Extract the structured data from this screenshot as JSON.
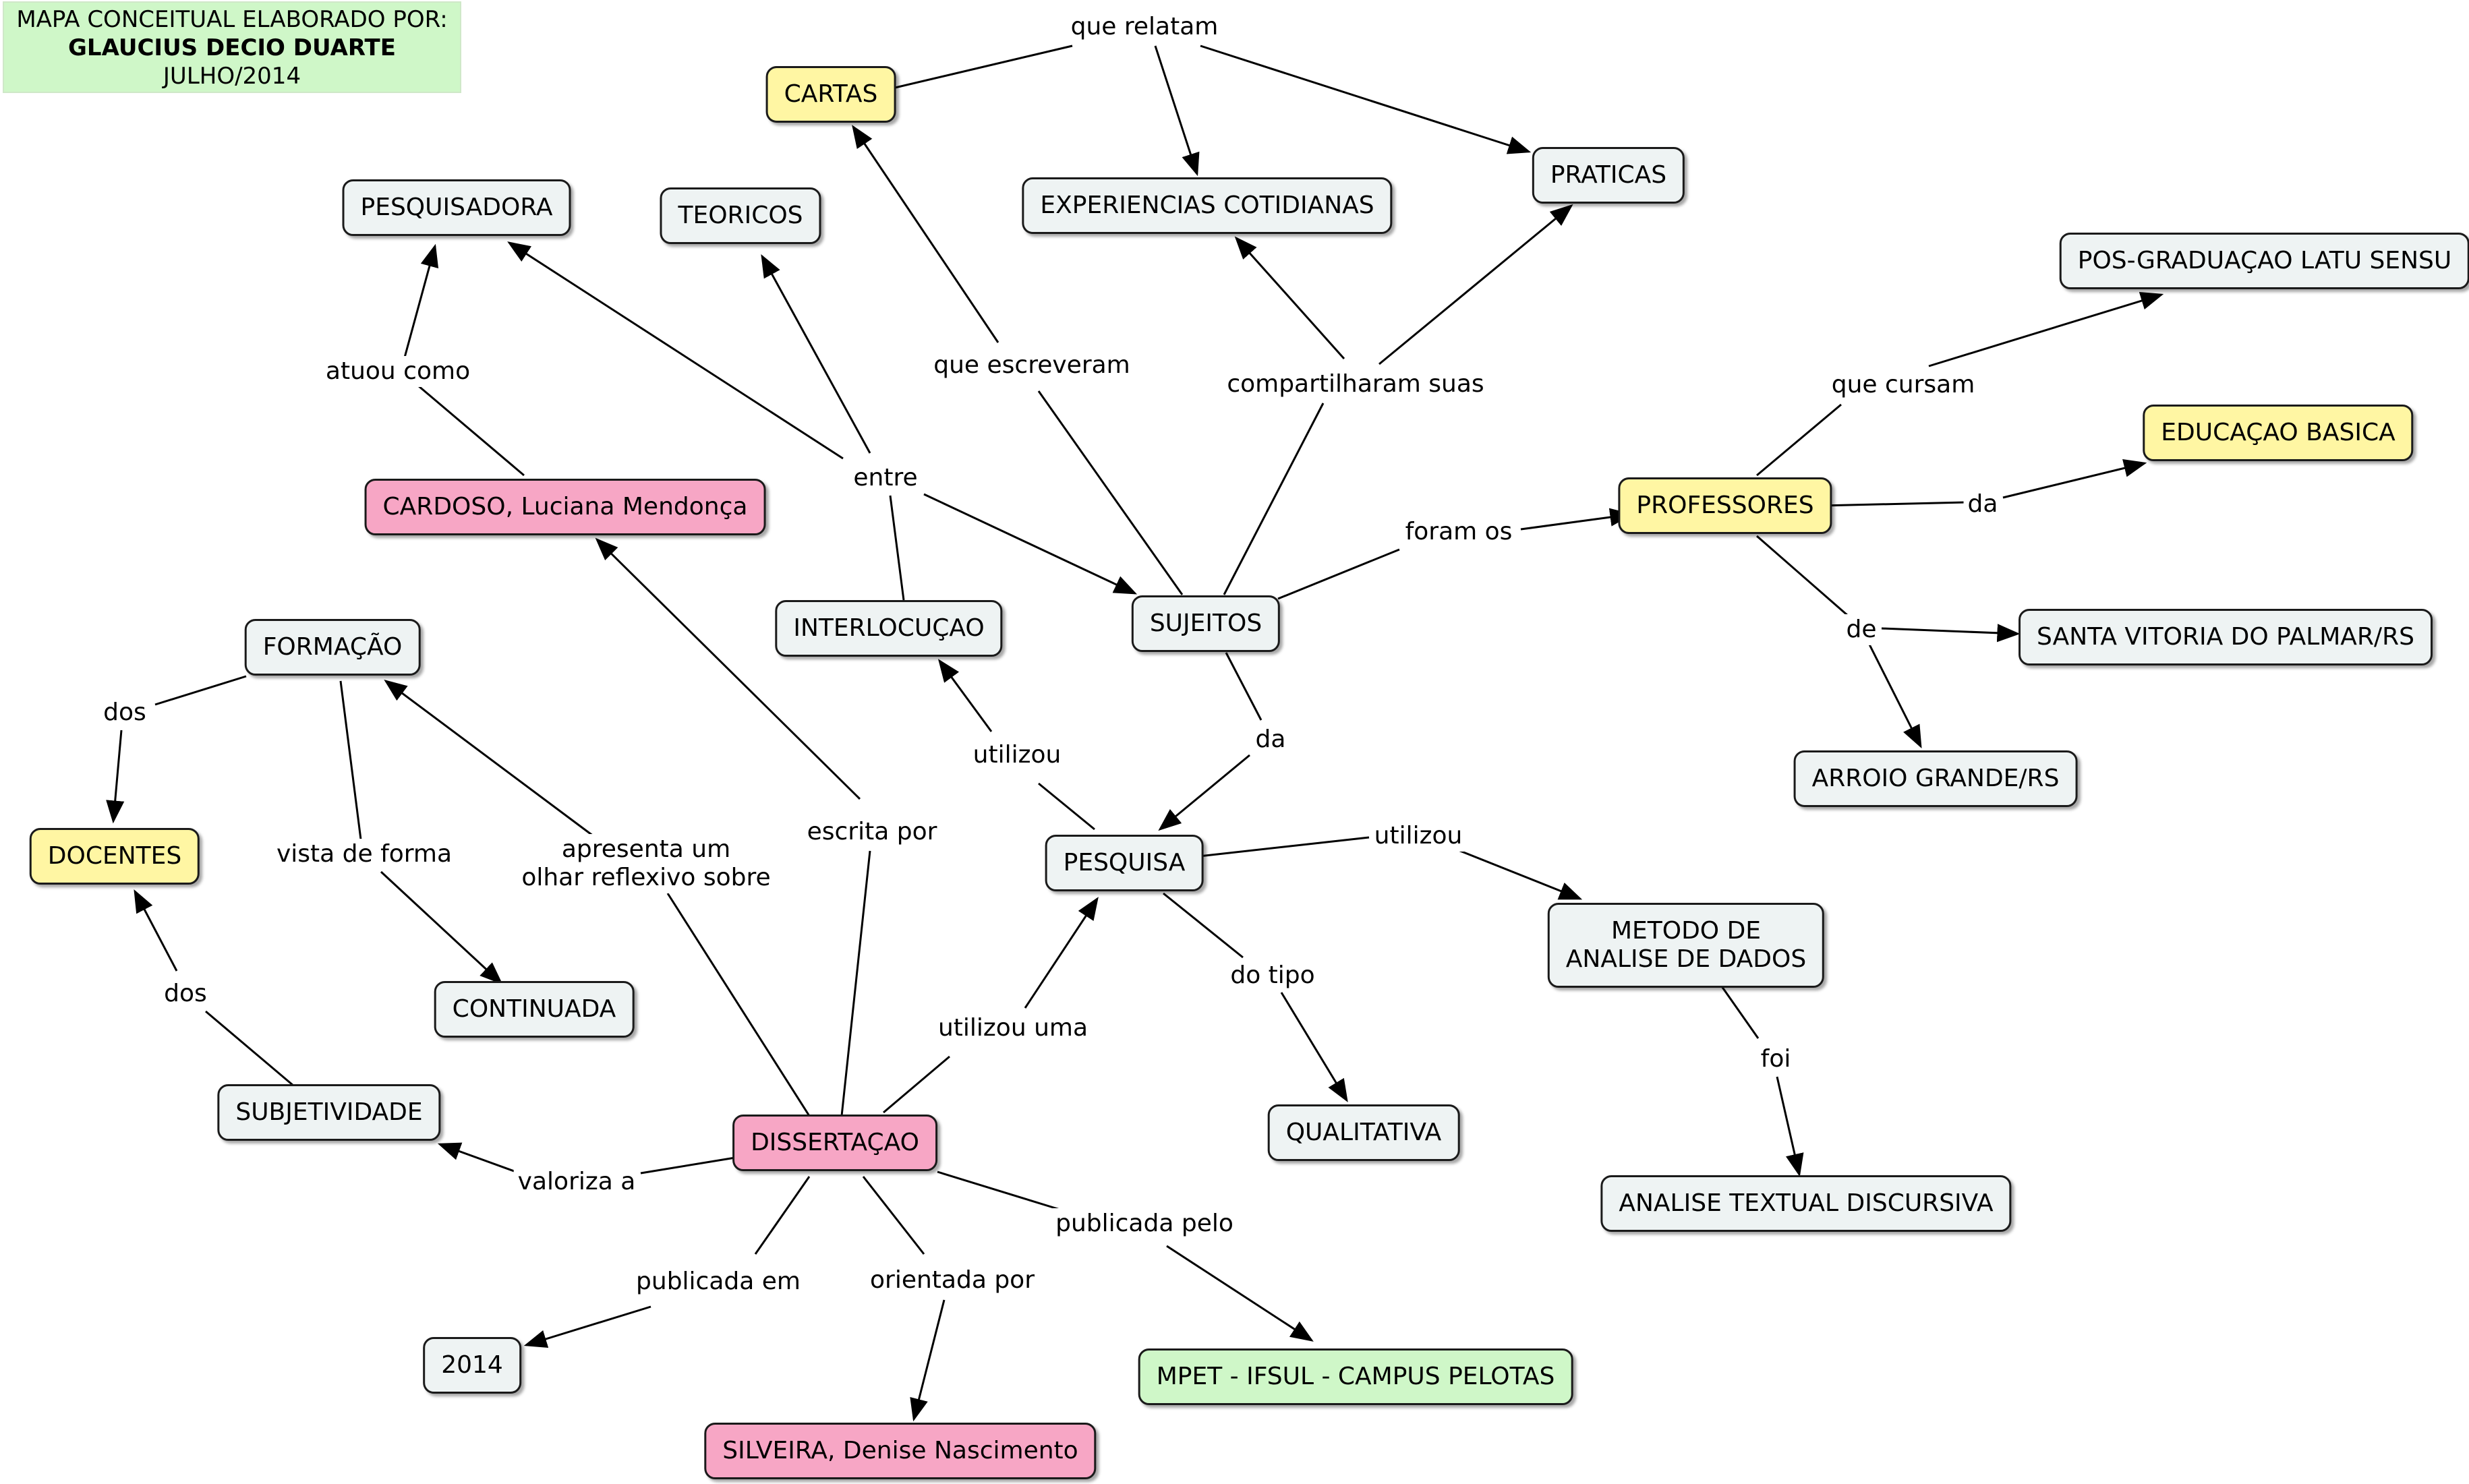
{
  "credit": {
    "line1": "MAPA CONCEITUAL ELABORADO POR:",
    "line2": "GLAUCIUS DECIO DUARTE",
    "line3": "JULHO/2014"
  },
  "colors": {
    "gray": "#eef3f3",
    "yellow": "#fff6a3",
    "pink": "#f7a6c5",
    "green": "#cff7c8",
    "line": "#000000"
  },
  "nodes": {
    "cartas": "CARTAS",
    "experiencias": "EXPERIENCIAS COTIDIANAS",
    "praticas": "PRATICAS",
    "pesquisadora": "PESQUISADORA",
    "teoricos": "TEORICOS",
    "pos": "POS-GRADUAÇAO LATU SENSU",
    "educacao": "EDUCAÇAO BASICA",
    "professores": "PROFESSORES",
    "cardoso": "CARDOSO, Luciana Mendonça",
    "interlocucao": "INTERLOCUÇAO",
    "sujeitos": "SUJEITOS",
    "santa_vitoria": "SANTA VITORIA DO PALMAR/RS",
    "arroio": "ARROIO GRANDE/RS",
    "formacao": "FORMAÇÃO",
    "docentes": "DOCENTES",
    "pesquisa": "PESQUISA",
    "metodo_1": "METODO DE",
    "metodo_2": "ANALISE DE DADOS",
    "continuada": "CONTINUADA",
    "subjetividade": "SUBJETIVIDADE",
    "dissertacao": "DISSERTAÇAO",
    "qualitativa": "QUALITATIVA",
    "analise_textual": "ANALISE TEXTUAL DISCURSIVA",
    "ano": "2014",
    "mpet": "MPET - IFSUL - CAMPUS PELOTAS",
    "silveira": "SILVEIRA, Denise Nascimento"
  },
  "links": {
    "que_relatam": "que relatam",
    "que_escreveram": "que escreveram",
    "compartilharam": "compartilharam suas",
    "atuou_como": "atuou como",
    "entre": "entre",
    "que_cursam": "que cursam",
    "foram_os": "foram os",
    "da_prof": "da",
    "de": "de",
    "da_sujeitos": "da",
    "utilizou_interl": "utilizou",
    "utilizou_metodo": "utilizou",
    "dos_formacao": "dos",
    "vista_de_forma": "vista de forma",
    "apresenta_1": "apresenta um",
    "apresenta_2": "olhar reflexivo sobre",
    "escrita_por": "escrita por",
    "do_tipo": "do tipo",
    "dos_subj": "dos",
    "utilizou_uma": "utilizou uma",
    "foi": "foi",
    "valoriza_a": "valoriza a",
    "publicada_em": "publicada em",
    "orientada_por": "orientada por",
    "publicada_pelo": "publicada pelo"
  }
}
